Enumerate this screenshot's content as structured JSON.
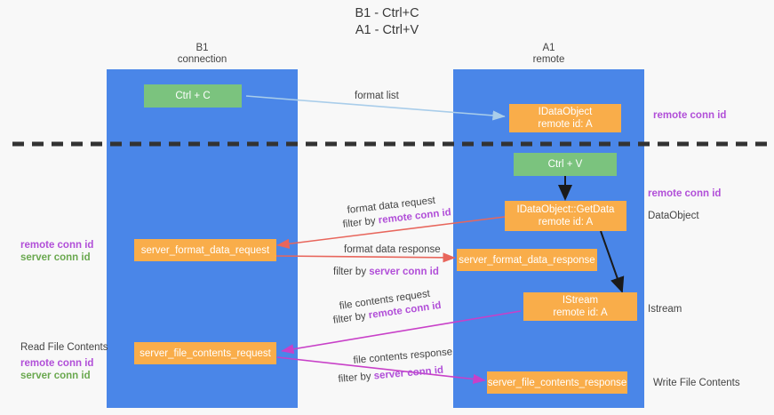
{
  "title": "B1 - Ctrl+C\nA1 - Ctrl+V",
  "columns": [
    {
      "name": "b1",
      "header": "B1\nconnection"
    },
    {
      "name": "a1",
      "header": "A1\nremote"
    }
  ],
  "nodes": {
    "ctrl_c": "Ctrl + C",
    "idataobject": "IDataObject\nremote id: A",
    "ctrl_v": "Ctrl + V",
    "idataobject_getdata": "IDataObject::GetData\nremote id: A",
    "server_format_data_request": "server_format_data_request",
    "server_format_data_response": "server_format_data_response",
    "istream": "IStream\nremote id: A",
    "server_file_contents_request": "server_file_contents_request",
    "server_file_contents_response": "server_file_contents_response"
  },
  "edge_labels": {
    "format_list": "format list",
    "format_data_request": "format data request",
    "format_data_request_filter_prefix": "filter by ",
    "format_data_request_filter_key": "remote conn id",
    "format_data_response": "format data response",
    "format_data_response_filter_prefix": "filter by ",
    "format_data_response_filter_key": "server conn id",
    "file_contents_request": "file contents request",
    "file_contents_request_filter_prefix": "filter by ",
    "file_contents_request_filter_key": "remote conn id",
    "file_contents_response": "file contents response",
    "file_contents_response_filter_prefix": "filter by ",
    "file_contents_response_filter_key": "server conn id"
  },
  "right_labels": {
    "remote_conn_id_top": "remote conn id",
    "remote_conn_id_mid": "remote conn id",
    "dataobject": "DataObject",
    "istream": "Istream",
    "write_file_contents": "Write File Contents"
  },
  "left_labels": {
    "remote_conn_id": "remote conn id",
    "server_conn_id": "server conn id",
    "read_file_contents": "Read File Contents",
    "read_remote_conn_id": "remote conn id",
    "read_server_conn_id": "server conn id"
  },
  "colors": {
    "lane": "#4a86e8",
    "green_node": "#7bc37e",
    "orange_node": "#f9ad4a",
    "purple_key": "#b14fd8",
    "green_key": "#6aa84f",
    "arrow_light_blue": "#a9cdea",
    "arrow_red": "#e8665c",
    "arrow_magenta": "#c840c8",
    "arrow_black": "#1a1a1a",
    "divider": "#333333",
    "background": "#f8f8f8"
  }
}
